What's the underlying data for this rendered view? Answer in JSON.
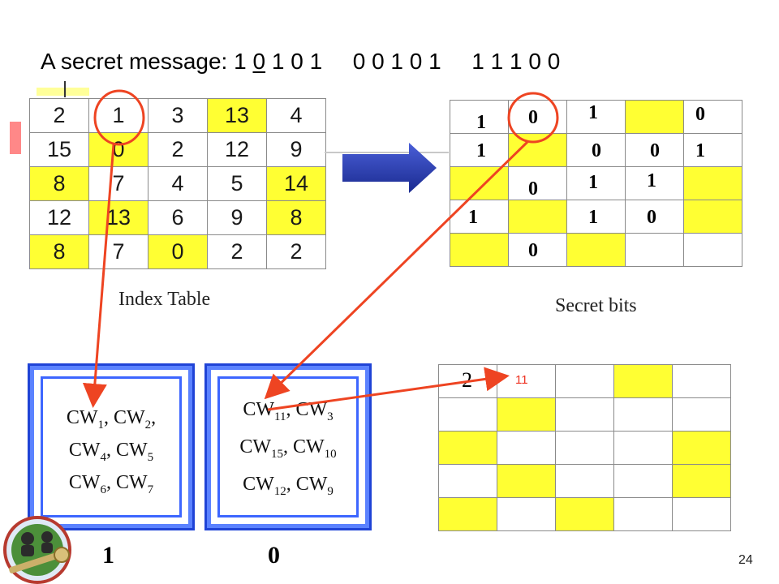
{
  "slide": {
    "title_prefix": "A secret message:",
    "message_groups": [
      [
        "1",
        "0",
        "1",
        "0",
        "1"
      ],
      [
        "0",
        "0",
        "1",
        "0",
        "1"
      ],
      [
        "1",
        "1",
        "1",
        "0",
        "0"
      ]
    ],
    "index_caption": "Index Table",
    "secret_caption": "Secret bits",
    "page_number": "24"
  },
  "index_table": {
    "rows": [
      [
        "2",
        "1",
        "3",
        "13",
        "4"
      ],
      [
        "15",
        "0",
        "2",
        "12",
        "9"
      ],
      [
        "8",
        "7",
        "4",
        "5",
        "14"
      ],
      [
        "12",
        "13",
        "6",
        "9",
        "8"
      ],
      [
        "8",
        "7",
        "0",
        "2",
        "2"
      ]
    ]
  },
  "secret_bits": {
    "r0c0": "1",
    "r0c1": "0",
    "r0c2": "1",
    "r0c4": "0",
    "r1c0": "1",
    "r1c2": "0",
    "r1c3": "0",
    "r1c4": "1",
    "r2c1": "0",
    "r2c2": "1",
    "r2c3": "1",
    "r3c0": "1",
    "r3c2": "1",
    "r3c3": "0",
    "r4c1": "0"
  },
  "result_table": {
    "first_cell": "2",
    "annotation": "11"
  },
  "codeword_groups": [
    {
      "lines": [
        [
          [
            "CW",
            "1"
          ],
          [
            "CW",
            "2"
          ]
        ],
        [
          [
            "CW",
            "4"
          ],
          [
            "CW",
            "5"
          ]
        ],
        [
          [
            "CW",
            "6"
          ],
          [
            "CW",
            "7"
          ]
        ]
      ],
      "separators": [
        ", ",
        ", ",
        ", "
      ],
      "trailing": [
        ",",
        "",
        ""
      ],
      "bit": "1"
    },
    {
      "lines": [
        [
          [
            "CW",
            "11"
          ],
          [
            "CW",
            "3"
          ]
        ],
        [
          [
            "CW",
            "15"
          ],
          [
            "CW",
            "10"
          ]
        ],
        [
          [
            "CW",
            "12"
          ],
          [
            "CW",
            "9"
          ]
        ]
      ],
      "separators": [
        ", ",
        ", ",
        ", "
      ],
      "trailing": [
        "",
        "",
        ""
      ],
      "bit": "0"
    }
  ],
  "colors": {
    "highlight": "#ffff33",
    "arrow": "#ee4422",
    "circle": "#ee4422",
    "box_border": "#3d66ff",
    "big_arrow": "#2233aa"
  },
  "icons": [
    "key-icon",
    "people-icon",
    "right-arrow-icon"
  ]
}
